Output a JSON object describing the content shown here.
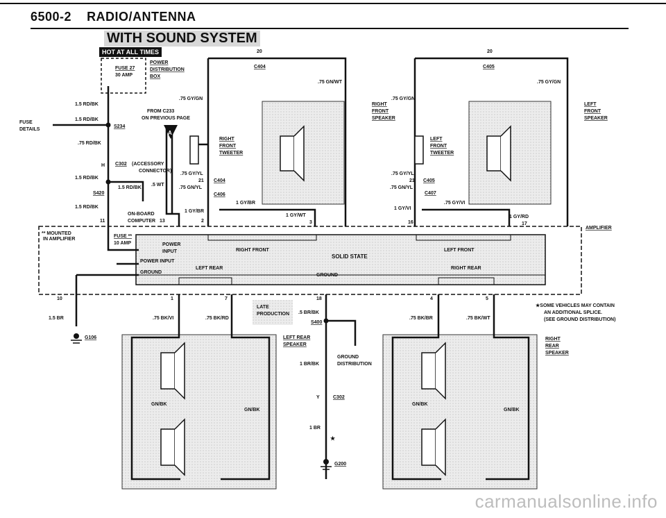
{
  "header": {
    "page_number": "6500-2",
    "section_title": "RADIO/ANTENNA"
  },
  "subtitle": "WITH SOUND SYSTEM",
  "hot_badge": "HOT AT ALL TIMES",
  "labels": {
    "fuse27": "FUSE 27",
    "amp30": "30 AMP",
    "power_dist_1": "POWER",
    "power_dist_2": "DISTRIBUTION",
    "power_dist_3": "BOX",
    "rdbk1": "1.5 RD/BK",
    "rdbk2": "1.5 RD/BK",
    "fuse_details_1": "FUSE",
    "fuse_details_2": "DETAILS",
    "s234": "S234",
    "from_c233_1": "FROM C233",
    "from_c233_2": "ON PREVIOUS PAGE",
    "conn_a": "A",
    "rdbk_75": ".75 RD/BK",
    "h": "H",
    "c302_top": "C302",
    "accessory_1": "(ACCESSORY",
    "accessory_2": "CONNECTOR)",
    "rdbk3": "1.5 RD/BK",
    "wt5": ".5 WT",
    "rdbk4": "1.5 RD/BK",
    "s420": "S420",
    "rdbk5": "1.5 RD/BK",
    "onboard_1": "ON-BOARD",
    "onboard_2": "COMPUTER",
    "pin_13": "13",
    "pin_11": "11",
    "pin20_l": "20",
    "c404_top": "C404",
    "gnwt": ".75 GN/WT",
    "gygn_l": ".75 GY/GN",
    "rft_1": "RIGHT",
    "rft_2": "FRONT",
    "rft_3": "TWEETER",
    "gyyl_l": ".75 GY/YL",
    "pin21_l": "21",
    "c404_mid": "C404",
    "gnyl_l": ".75 GN/YL",
    "c406": "C406",
    "gybr": "1 GY/BR",
    "gybr2": "1 GY/BR",
    "pin_2": "2",
    "gywt": "1 GY/WT",
    "pin_3": "3",
    "pin20_r": "20",
    "c405_top": "C405",
    "gygn_r1": ".75 GY/GN",
    "gygn_r2": ".75 GY/GN",
    "rfs_1": "RIGHT",
    "rfs_2": "FRONT",
    "rfs_3": "SPEAKER",
    "lft_1": "LEFT",
    "lft_2": "FRONT",
    "lft_3": "TWEETER",
    "lfs_1": "LEFT",
    "lfs_2": "FRONT",
    "lfs_3": "SPEAKER",
    "gyyl_r": ".75 GY/YL",
    "pin21_r": "21",
    "c405_mid": "C405",
    "gnyl_r": ".75 GN/YL",
    "c407": "C407",
    "gyvi_r": ".75 GY/VI",
    "gyvi": "1 GY/VI",
    "pin_16": "16",
    "gyrd": "1 GY/RD",
    "pin_17": "17",
    "mounted_1": "** MOUNTED",
    "mounted_2": "IN AMPLIFIER",
    "fuse_amp": "FUSE **",
    "amp10": "10 AMP",
    "amplifier": "AMPLIFIER",
    "power_input_1": "POWER",
    "power_input_2": "INPUT",
    "power_input_3": "POWER INPUT",
    "ground_in": "GROUND",
    "right_front": "RIGHT FRONT",
    "left_front": "LEFT FRONT",
    "solid_state": "SOLID STATE",
    "left_rear": "LEFT REAR",
    "right_rear": "RIGHT REAR",
    "ground_bus": "GROUND",
    "pin_10": "10",
    "pin_1": "1",
    "pin_7": "7",
    "pin_18": "18",
    "pin_4": "4",
    "pin_5": "5",
    "br15": "1.5 BR",
    "bkvi": ".75 BK/VI",
    "bkrd": ".75 BK/RD",
    "late_1": "LATE",
    "late_2": "PRODUCTION",
    "brbk5": ".5 BR/BK",
    "s400": "S400",
    "bkbr": ".75 BK/BR",
    "bkwt": ".75 BK/WT",
    "note_1": "★SOME VEHICLES MAY CONTAIN",
    "note_2": "AN ADDITIONAL SPLICE.",
    "note_3": "(SEE GROUND DISTRIBUTION)",
    "g106": "G106",
    "lrs_1": "LEFT REAR",
    "lrs_2": "SPEAKER",
    "gd_1": "GROUND",
    "gd_2": "DISTRIBUTION",
    "brbk1": "1 BR/BK",
    "y": "Y",
    "c302_bot": "C302",
    "br1": "1 BR",
    "star": "★",
    "g200": "G200",
    "gnbk_l1": "GN/BK",
    "gnbk_l2": "GN/BK",
    "gnbk_r1": "GN/BK",
    "gnbk_r2": "GN/BK",
    "rrs_1": "RIGHT",
    "rrs_2": "REAR",
    "rrs_3": "SPEAKER"
  },
  "watermark": "carmanualsonline.info"
}
